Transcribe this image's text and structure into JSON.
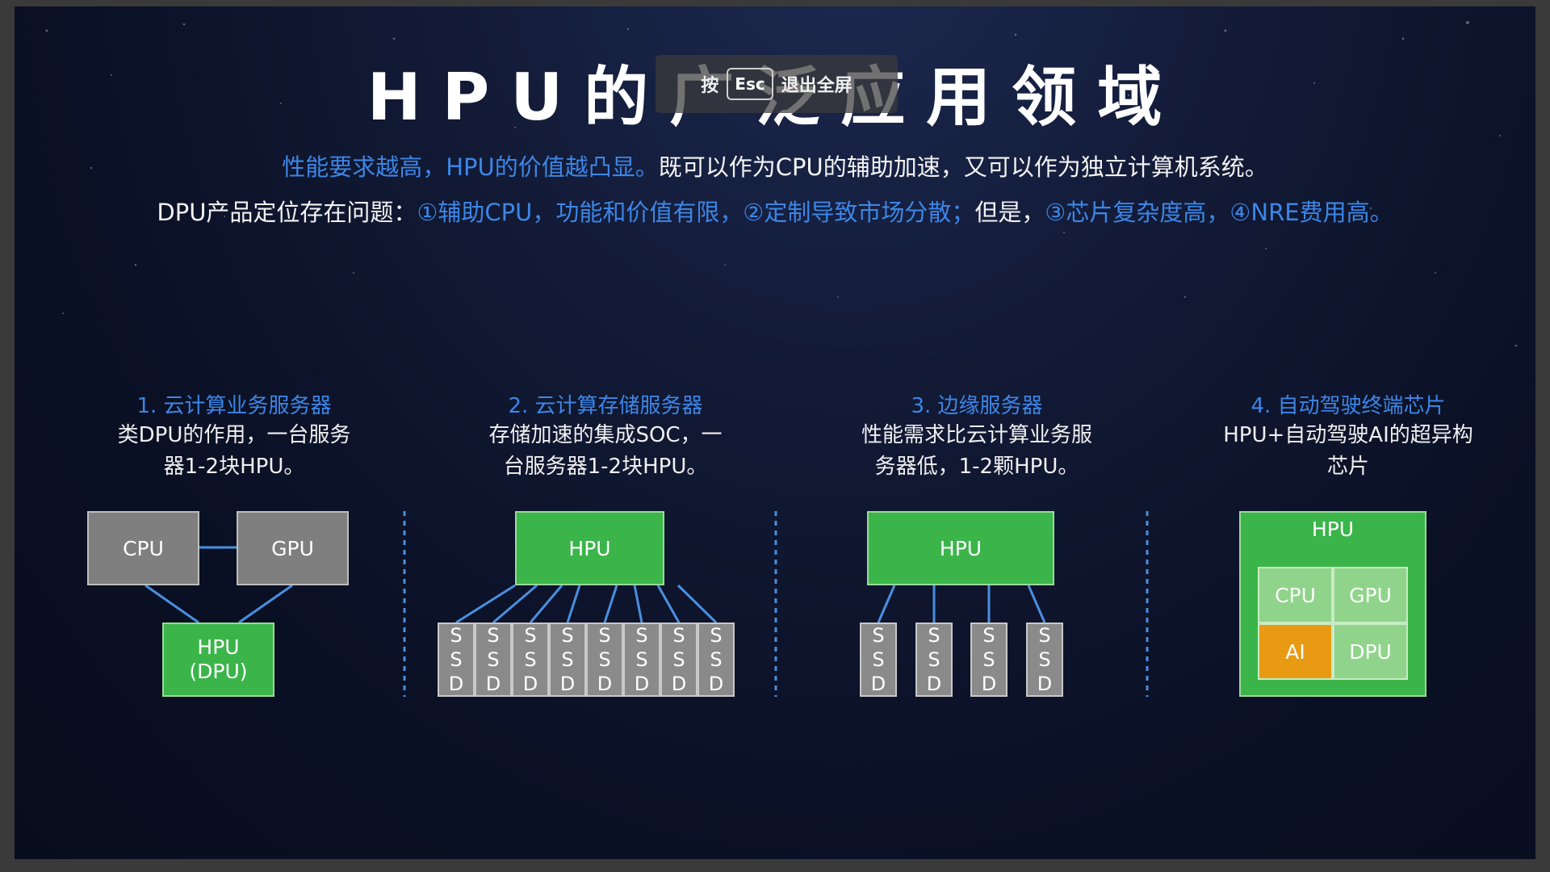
{
  "slide": {
    "title": "HPU的广泛应用领域",
    "esc_overlay": {
      "prefix": "按",
      "key": "Esc",
      "suffix": "退出全屏"
    },
    "line1": {
      "blue": "性能要求越高，HPU的价值越凸显。",
      "white": "既可以作为CPU的辅助加速，又可以作为独立计算机系统。"
    },
    "line2": {
      "white1": "DPU产品定位存在问题：",
      "blue1": "①辅助CPU，功能和价值有限，②定制导致市场分散；",
      "white2": "但是，",
      "blue2": "③芯片复杂度高，④NRE费用高。"
    },
    "columns": [
      {
        "title": "1. 云计算业务服务器",
        "desc1": "类DPU的作用，一台服务",
        "desc2": "器1-2块HPU。"
      },
      {
        "title": "2. 云计算存储服务器",
        "desc1": "存储加速的集成SOC，一",
        "desc2": "台服务器1-2块HPU。"
      },
      {
        "title": "3. 边缘服务器",
        "desc1": "性能需求比云计算业务服",
        "desc2": "务器低，1-2颗HPU。"
      },
      {
        "title": "4. 自动驾驶终端芯片",
        "desc1": "HPU+自动驾驶AI的超异构",
        "desc2": "芯片"
      }
    ],
    "diagram1": {
      "cpu": "CPU",
      "gpu": "GPU",
      "hpu_line1": "HPU",
      "hpu_line2": "(DPU)"
    },
    "diagram2": {
      "hpu": "HPU",
      "ssd_letters": [
        "S",
        "S",
        "D"
      ]
    },
    "diagram3": {
      "hpu": "HPU",
      "ssd_letters": [
        "S",
        "S",
        "D"
      ]
    },
    "diagram4": {
      "hpu": "HPU",
      "cpu": "CPU",
      "gpu": "GPU",
      "ai": "AI",
      "dpu": "DPU"
    }
  },
  "colors": {
    "accent_blue": "#3d86e6",
    "hpu_green": "#3bb54a",
    "light_green": "#8fd48a",
    "ai_orange": "#e89a13",
    "gray_box": "#7f7f7f",
    "connector": "#4a8fe0"
  }
}
